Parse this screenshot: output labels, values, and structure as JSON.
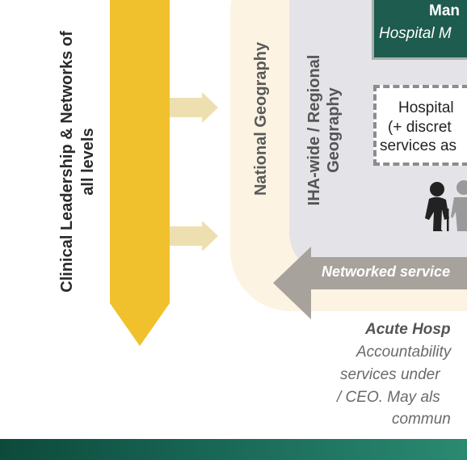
{
  "diagram": {
    "leadership_label_line1": "Clinical Leadership & Networks of",
    "leadership_label_line2": "all levels",
    "national_label": "National Geography",
    "regional_label_line1": "IHA-wide / Regional",
    "regional_label_line2": "Geography",
    "manager_title": "Man",
    "manager_subtitle": "Hospital M",
    "hospital_line1": "Hospital",
    "hospital_line2": "(+ discret",
    "hospital_line3": "services as",
    "networked_label": "Networked service",
    "acute_title": "Acute Hosp",
    "acute_line1": "Accountability",
    "acute_line2": "services under",
    "acute_line3": "/ CEO. May als",
    "acute_line4": "commun",
    "colors": {
      "leadership_arrow": "#f0c12c",
      "national_region": "#fdf3e3",
      "regional_region": "#e3e3e8",
      "manager_box": "#1d5c4e",
      "footer_band": "#1a6a58"
    },
    "icons": [
      "elderly-person-with-cane-icon",
      "person-icon"
    ]
  }
}
